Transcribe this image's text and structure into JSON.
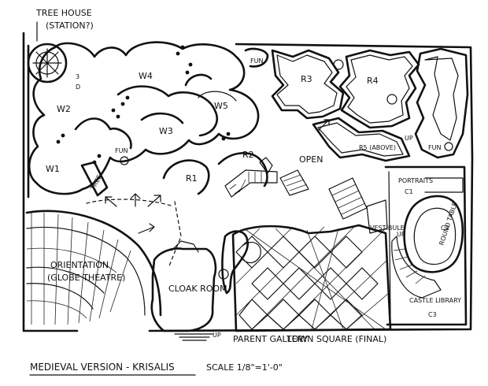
{
  "labels": {
    "tree_house": "TREE HOUSE",
    "station": "(STATION?)",
    "w1": "W1",
    "w2": "W2",
    "w3": "W3",
    "w4": "W4",
    "w5": "W5",
    "fun_top": "FUN",
    "fun_mid": "FUN",
    "fun_right": "FUN",
    "tree": "TREE",
    "r1": "R1",
    "r2": "R2",
    "r3": "R3",
    "r4": "R4",
    "r5": "R5 (ABOVE)",
    "open": "OPEN",
    "portraits": "PORTRAITS",
    "c1": "C1",
    "round_table": "ROUND TABLE",
    "c2": "C2",
    "vestibule": "VESTIBULE",
    "castle_library": "CASTLE LIBRARY",
    "c3": "C3",
    "orientation": "ORIENTATION",
    "globe_theatre": "(GLOBE THEATRE)",
    "cloak_room": "CLOAK ROOM",
    "parent_gallery": "PARENT GALLERY",
    "town_square": "TOWN SQUARE (FINAL)",
    "up_a": "UP",
    "up_b": "UP",
    "up_c": "UP",
    "digit_3": "3",
    "digit_d": "D"
  },
  "footer": {
    "title": "MEDIEVAL VERSION - KRISALIS",
    "scale": "SCALE 1/8\"=1'-0\""
  }
}
